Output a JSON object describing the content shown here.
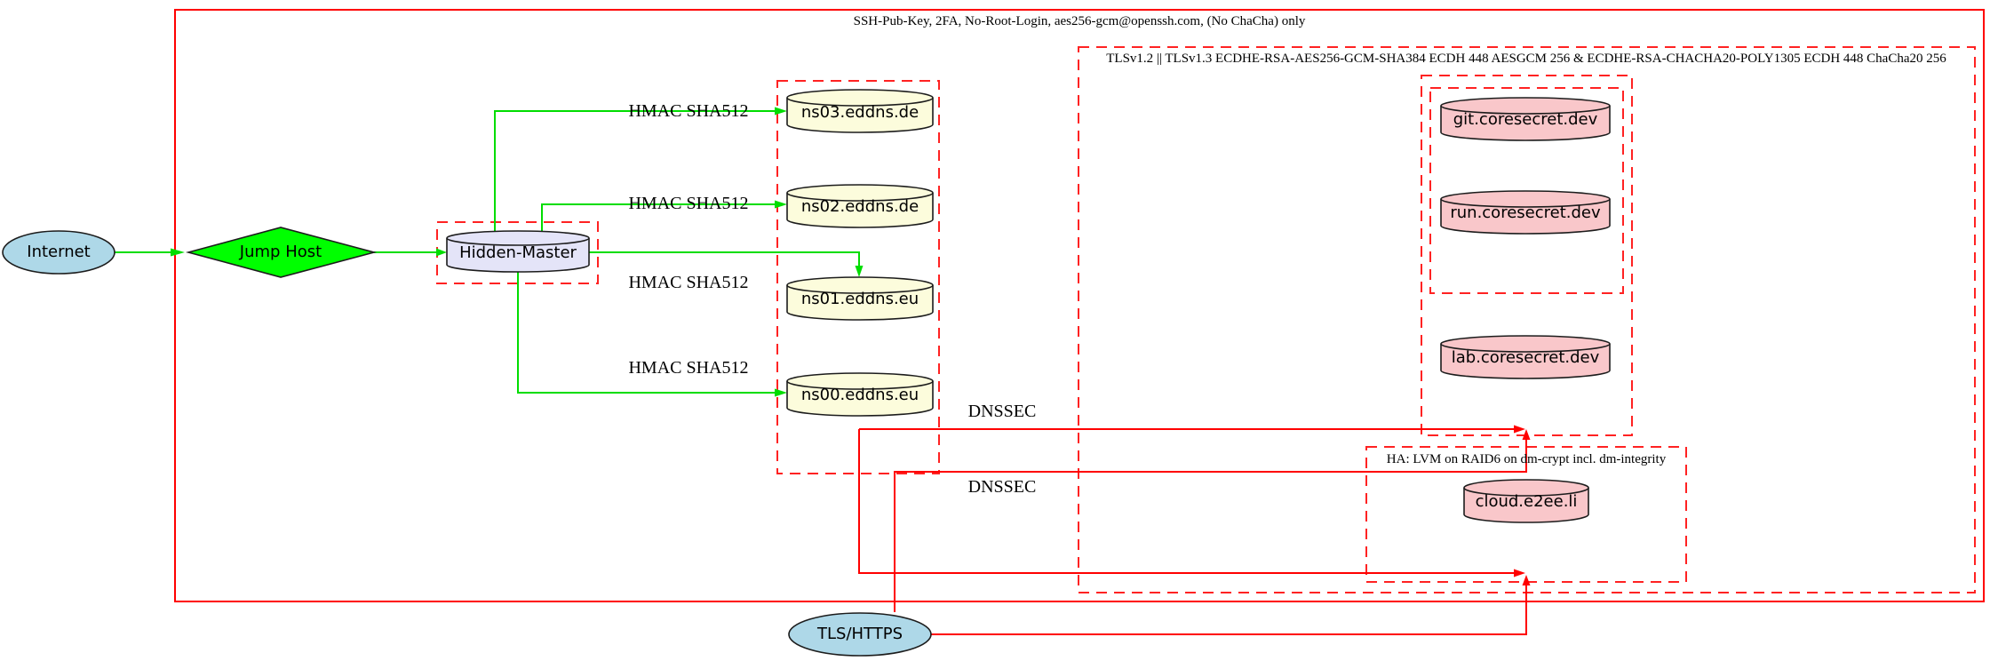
{
  "diagram": {
    "clusters": {
      "ssh": {
        "label": "SSH-Pub-Key, 2FA, No-Root-Login, aes256-gcm@openssh.com, (No ChaCha) only"
      },
      "tls": {
        "label": "TLSv1.2 || TLSv1.3 ECDHE-RSA-AES256-GCM-SHA384 ECDH 448 AESGCM 256 & ECDHE-RSA-CHACHA20-POLY1305 ECDH 448 ChaCha20 256"
      },
      "ha": {
        "label": "HA: LVM on RAID6 on dm-crypt incl. dm-integrity"
      }
    },
    "nodes": {
      "internet": {
        "label": "Internet",
        "shape": "ellipse",
        "fill": "#aed8e8"
      },
      "jump_host": {
        "label": "Jump Host",
        "shape": "diamond",
        "fill": "#00ff00"
      },
      "hidden_master": {
        "label": "Hidden-Master",
        "shape": "cylinder",
        "fill": "#e4e4f8"
      },
      "ns03": {
        "label": "ns03.eddns.de",
        "shape": "cylinder",
        "fill": "#fcfcdc"
      },
      "ns02": {
        "label": "ns02.eddns.de",
        "shape": "cylinder",
        "fill": "#fcfcdc"
      },
      "ns01": {
        "label": "ns01.eddns.eu",
        "shape": "cylinder",
        "fill": "#fcfcdc"
      },
      "ns00": {
        "label": "ns00.eddns.eu",
        "shape": "cylinder",
        "fill": "#fcfcdc"
      },
      "git": {
        "label": "git.coresecret.dev",
        "shape": "cylinder",
        "fill": "#f9c7ca"
      },
      "run": {
        "label": "run.coresecret.dev",
        "shape": "cylinder",
        "fill": "#f9c7ca"
      },
      "lab": {
        "label": "lab.coresecret.dev",
        "shape": "cylinder",
        "fill": "#f9c7ca"
      },
      "cloud": {
        "label": "cloud.e2ee.li",
        "shape": "cylinder",
        "fill": "#f9c7ca"
      },
      "tls_https": {
        "label": "TLS/HTTPS",
        "shape": "ellipse",
        "fill": "#aed8e8"
      }
    },
    "edge_labels": {
      "hmac": [
        "HMAC SHA512",
        "HMAC SHA512",
        "HMAC SHA512",
        "HMAC SHA512"
      ],
      "dnssec": [
        "DNSSEC",
        "DNSSEC"
      ]
    },
    "colors": {
      "cluster_border": "#ff2222",
      "edge_red": "#ff0000",
      "edge_green": "#00dd00",
      "node_stroke": "#1c1c1c"
    }
  }
}
